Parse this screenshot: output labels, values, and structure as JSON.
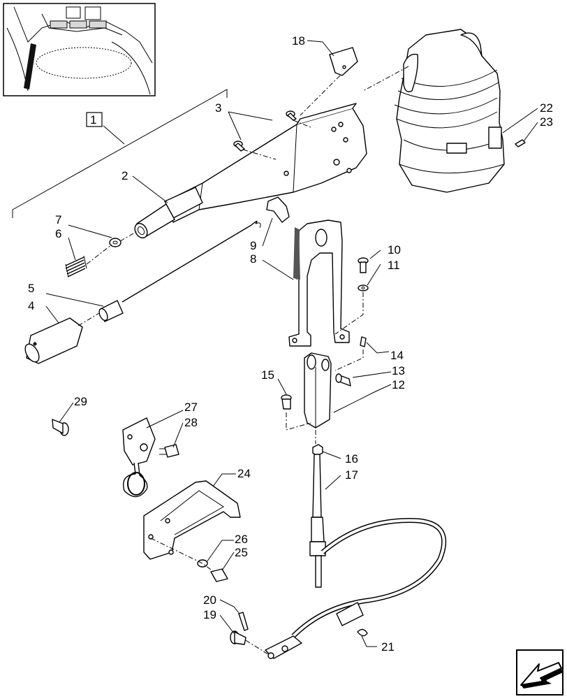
{
  "labels": {
    "assembly": "1",
    "p2": "2",
    "p3": "3",
    "p4": "4",
    "p5": "5",
    "p6": "6",
    "p7": "7",
    "p8": "8",
    "p9": "9",
    "p10": "10",
    "p11": "11",
    "p12": "12",
    "p13": "13",
    "p14": "14",
    "p15": "15",
    "p16": "16",
    "p17": "17",
    "p18": "18",
    "p19": "19",
    "p20": "20",
    "p21": "21",
    "p22": "22",
    "p23": "23",
    "p24": "24",
    "p25": "25",
    "p26": "26",
    "p27": "27",
    "p28": "28",
    "p29": "29"
  },
  "icons": {
    "nav": "back-arrow-icon"
  }
}
